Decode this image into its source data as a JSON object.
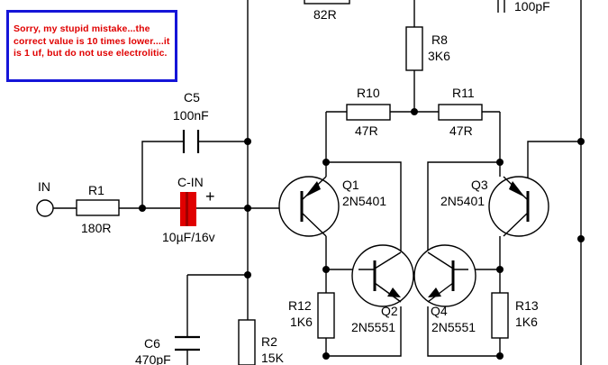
{
  "note": {
    "text": "Sorry, my stupid mistake...the correct value is 10 times lower....it is 1 uf, but do not use electrolitic.",
    "border_color": "#1515d8",
    "text_color": "#e00000"
  },
  "components": {
    "input_label": "IN",
    "r1": {
      "name": "R1",
      "value": "180R"
    },
    "c5": {
      "name": "C5",
      "value": "100nF"
    },
    "cin": {
      "name": "C-IN",
      "value": "10µF/16v",
      "polarity": "+",
      "color": "#e00000"
    },
    "r_top": {
      "value": "82R"
    },
    "c_top": {
      "value": "100pF"
    },
    "r8": {
      "name": "R8",
      "value": "3K6"
    },
    "r10": {
      "name": "R10",
      "value": "47R"
    },
    "r11": {
      "name": "R11",
      "value": "47R"
    },
    "q1": {
      "name": "Q1",
      "part": "2N5401"
    },
    "q2": {
      "name": "Q2",
      "part": "2N5551"
    },
    "q3": {
      "name": "Q3",
      "part": "2N5401"
    },
    "q4": {
      "name": "Q4",
      "part": "2N5551"
    },
    "r12": {
      "name": "R12",
      "value": "1K6"
    },
    "r13": {
      "name": "R13",
      "value": "1K6"
    },
    "c6": {
      "name": "C6",
      "value": "470pF"
    },
    "r2": {
      "name": "R2",
      "value": "15K"
    }
  }
}
